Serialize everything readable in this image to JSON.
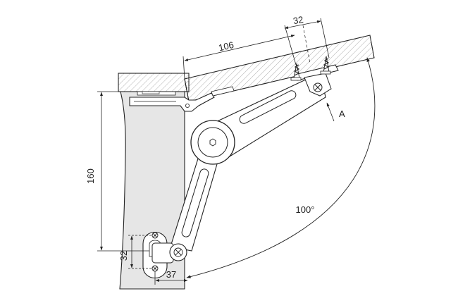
{
  "labels": {
    "screw_spacing_top": "32",
    "flap_length": "106",
    "view_marker": "A",
    "opening_angle": "100°",
    "vertical_height": "160",
    "screw_spacing_bottom": "32",
    "base_offset": "37"
  },
  "colors": {
    "line": "#222222",
    "cabinet_fill": "#e6e6e6",
    "hatch": "#9a9a9a",
    "metal": "#ffffff"
  }
}
